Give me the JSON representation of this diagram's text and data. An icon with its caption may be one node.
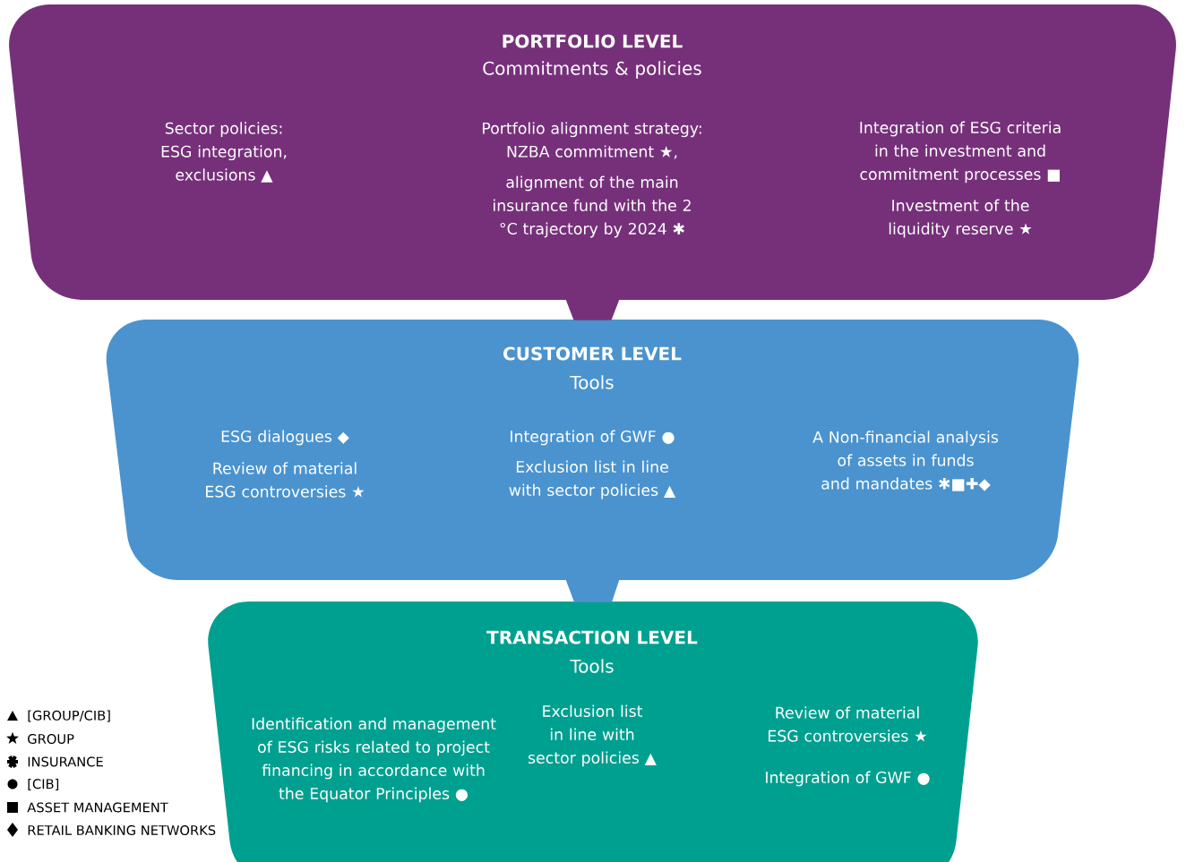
{
  "diagram": {
    "nodes": [
      {
        "text": [
          "PORTFOLIO LEVEL",
          "Commitments & policies",
          "Sector policies: ESG integration, exclusions ▲",
          "Portfolio alignment strategy: NZBA  commitment ★,",
          "alignment of the main insurance fund with the 2 °C trajectory by 2024 ✱",
          "Integration of ESG criteria in the investment and commitment processes ■",
          "Investment of the liquidity reserve ★"
        ]
      },
      {
        "text": [
          "CUSTOMER LEVEL",
          "Tools",
          "ESG dialogues ◆",
          "Review of material ESG controversies ★",
          "Integration of GWF ●",
          "Exclusion list in line with sector policies ▲",
          "A Non-financial analysis of assets in funds and mandates ✱■✚◆"
        ]
      },
      {
        "text": [
          "TRANSACTION LEVEL",
          "Tools",
          "Identification and management of ESG risks related to project financing in accordance with the Equator Principles ●",
          "Exclusion list in line with sector policies ▲",
          "Review of material ESG controversies ★",
          "Integration of GWF ●"
        ]
      }
    ],
    "edges": [
      {
        "from": 0,
        "to": 1,
        "arrow": "none"
      },
      {
        "from": 1,
        "to": 2,
        "arrow": "none"
      }
    ],
    "legend": [
      {
        "text": "[GROUP/CIB]"
      },
      {
        "text": "GROUP"
      },
      {
        "text": "INSURANCE"
      },
      {
        "text": "[CIB]"
      },
      {
        "text": "ASSET MANAGEMENT"
      },
      {
        "text": "RETAIL BANKING NETWORKS"
      }
    ]
  }
}
